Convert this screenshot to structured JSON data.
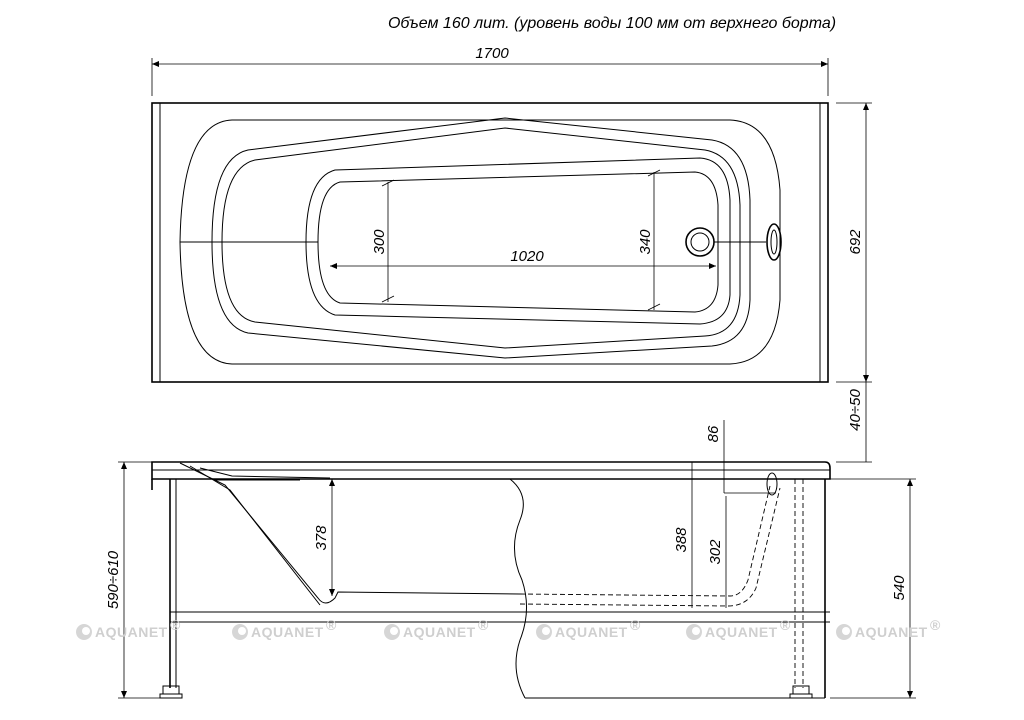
{
  "title": "Объем 160 лит. (уровень воды 100 мм от верхнего борта)",
  "dimensions": {
    "overall_length": "1700",
    "inner_length": "1020",
    "width_left": "300",
    "width_right": "340",
    "overall_width": "692",
    "leg_adjust": "40÷50",
    "rim_to_overflow": "86",
    "depth_378": "378",
    "depth_388": "388",
    "depth_302": "302",
    "total_height": "590÷610",
    "height_540": "540"
  },
  "watermark": {
    "brand": "AQUANET",
    "mark": "®",
    "icon": "aquanet-drop-icon",
    "color": "#cfcfcf"
  }
}
